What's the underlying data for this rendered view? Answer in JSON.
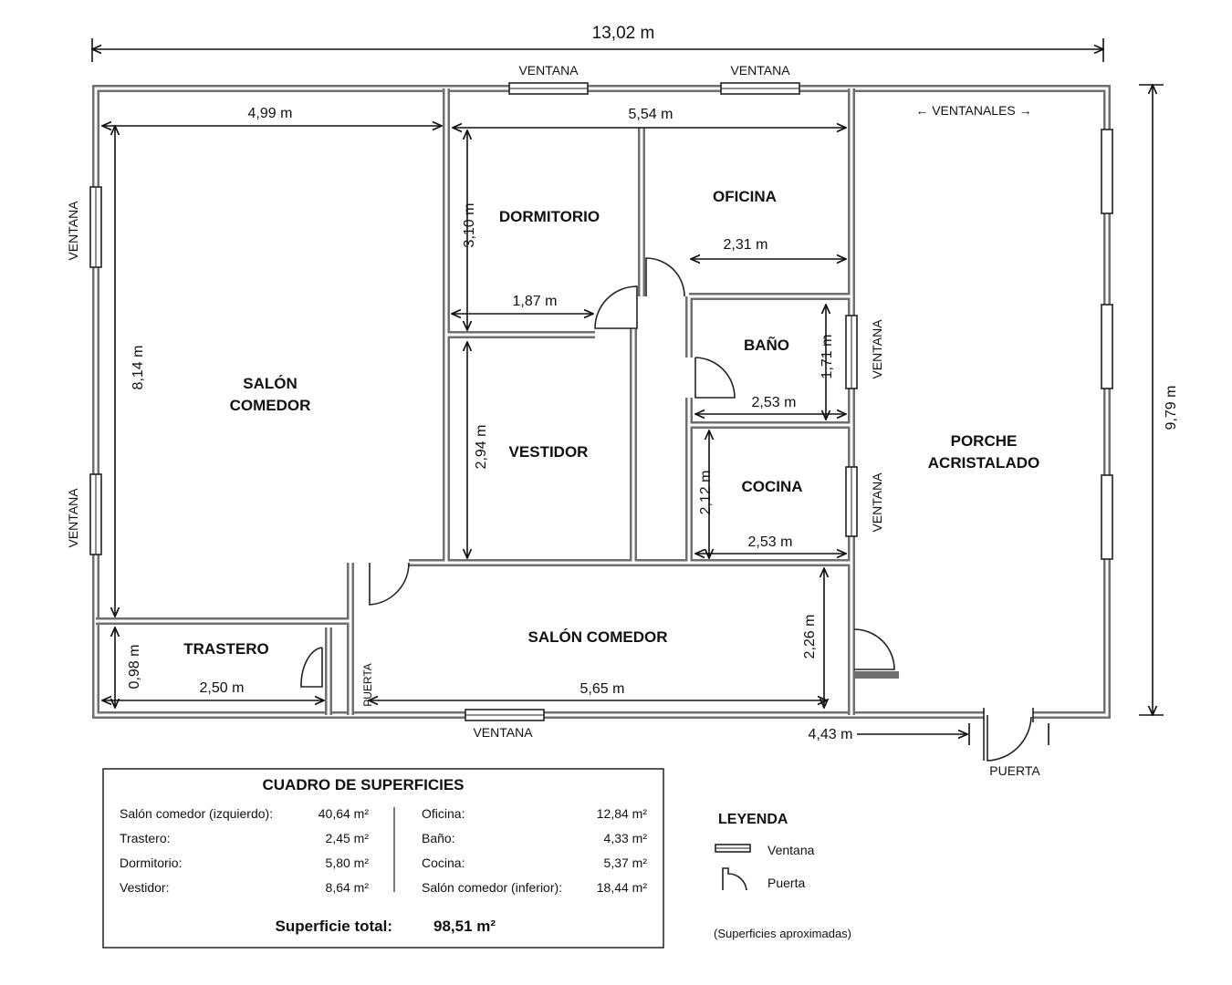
{
  "dims": {
    "total_width": "13,02 m",
    "total_height": "9,79 m",
    "salon_width": "4,99 m",
    "salon_height": "8,14 m",
    "upper_width": "5,54 m",
    "dorm_height": "3,10 m",
    "dorm_width": "1,87 m",
    "oficina_width": "2,31 m",
    "bano_height": "1,71 m",
    "bano_width": "2,53 m",
    "vestidor_height": "2,94 m",
    "cocina_height": "2,12 m",
    "cocina_width": "2,53 m",
    "salon_inf_height": "2,26 m",
    "salon_inf_width": "5,65 m",
    "trastero_height": "0,98 m",
    "trastero_width": "2,50 m",
    "porche_door": "4,43 m"
  },
  "rooms": {
    "salon_1": "SALÓN",
    "salon_2": "COMEDOR",
    "dormitorio": "DORMITORIO",
    "oficina": "OFICINA",
    "bano": "BAÑO",
    "vestidor": "VESTIDOR",
    "cocina": "COCINA",
    "porche_1": "PORCHE",
    "porche_2": "ACRISTALADO",
    "trastero": "TRASTERO",
    "salon_inferior": "SALÓN COMEDOR"
  },
  "labels": {
    "ventana": "VENTANA",
    "ventanales": "← VENTANALES →",
    "puerta": "PUERTA"
  },
  "table": {
    "title": "CUADRO DE SUPERFICIES",
    "left": [
      {
        "name": "Salón comedor (izquierdo):",
        "area": "40,64 m²"
      },
      {
        "name": "Trastero:",
        "area": "2,45 m²"
      },
      {
        "name": "Dormitorio:",
        "area": "5,80 m²"
      },
      {
        "name": "Vestidor:",
        "area": "8,64 m²"
      }
    ],
    "right": [
      {
        "name": "Oficina:",
        "area": "12,84 m²"
      },
      {
        "name": "Baño:",
        "area": "4,33 m²"
      },
      {
        "name": "Cocina:",
        "area": "5,37 m²"
      },
      {
        "name": "Salón comedor (inferior):",
        "area": "18,44 m²"
      }
    ],
    "total_label": "Superficie total:",
    "total_value": "98,51 m²"
  },
  "legend": {
    "title": "LEYENDA",
    "window": "Ventana",
    "door": "Puerta",
    "note": "(Superficies aproximadas)"
  }
}
